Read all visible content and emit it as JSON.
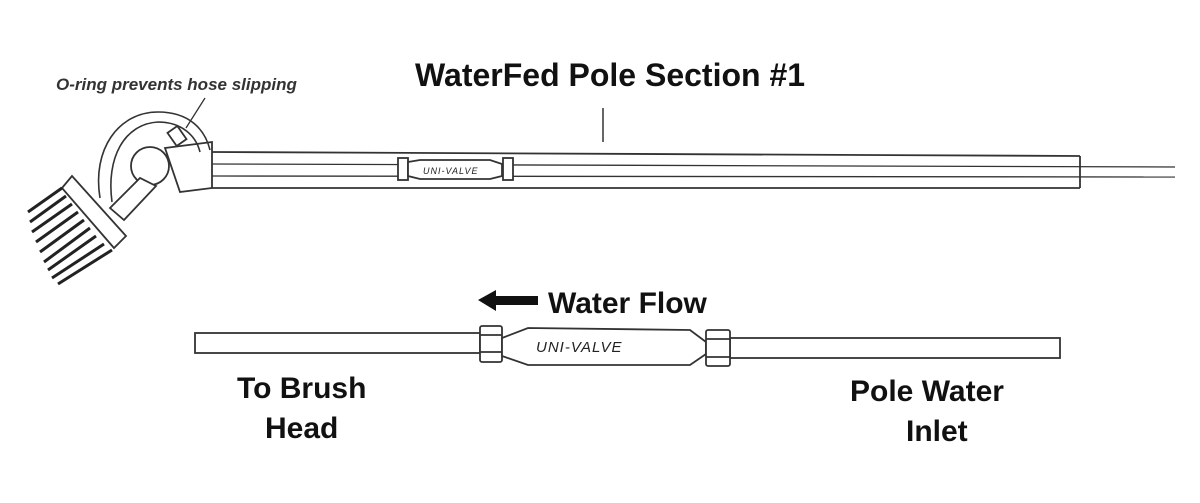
{
  "diagram": {
    "oring_note": "O-ring prevents hose slipping",
    "pole_title": "WaterFed Pole Section #1",
    "valve_brand": "UNI-VALVE",
    "flow_label": "Water Flow",
    "left_end": [
      "To Brush",
      "Head"
    ],
    "right_end": [
      "Pole Water",
      "Inlet"
    ]
  },
  "colors": {
    "ink": "#111111",
    "line": "#333333",
    "paper": "#ffffff"
  }
}
